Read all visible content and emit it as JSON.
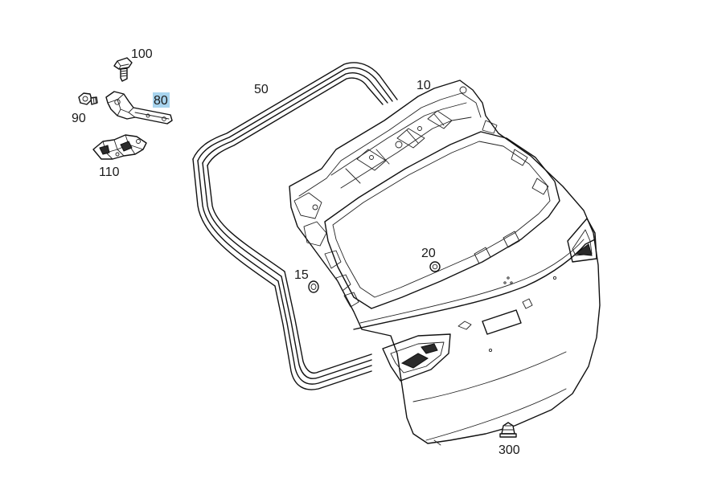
{
  "diagram": {
    "callouts": {
      "c100": "100",
      "c90": "90",
      "c80": "80",
      "c110": "110",
      "c50": "50",
      "c10": "10",
      "c20": "20",
      "c15": "15",
      "c300": "300"
    },
    "highlight_color": "#a8d4ee",
    "line_color": "#111111"
  }
}
